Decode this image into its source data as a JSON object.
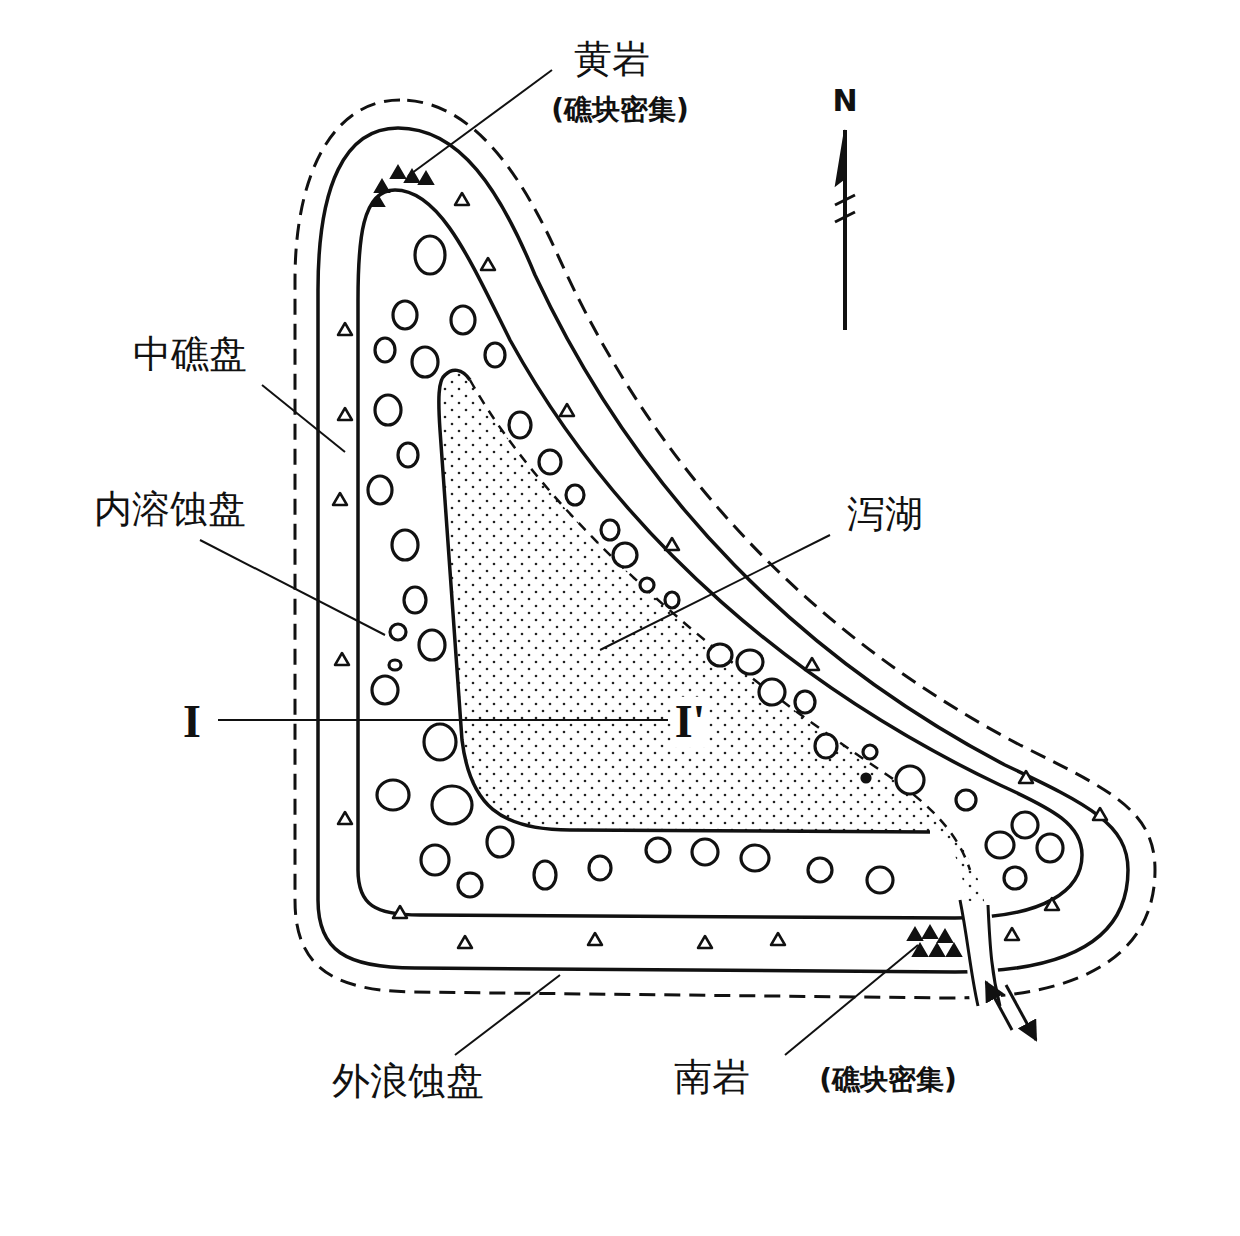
{
  "diagram": {
    "labels": [
      "黄岩",
      "(礁块密集)",
      "中礁盘",
      "内溶蚀盘",
      "泻湖",
      "外浪蚀盘",
      "南岩",
      "(礁块密集)",
      "N",
      "I",
      "I'"
    ]
  }
}
